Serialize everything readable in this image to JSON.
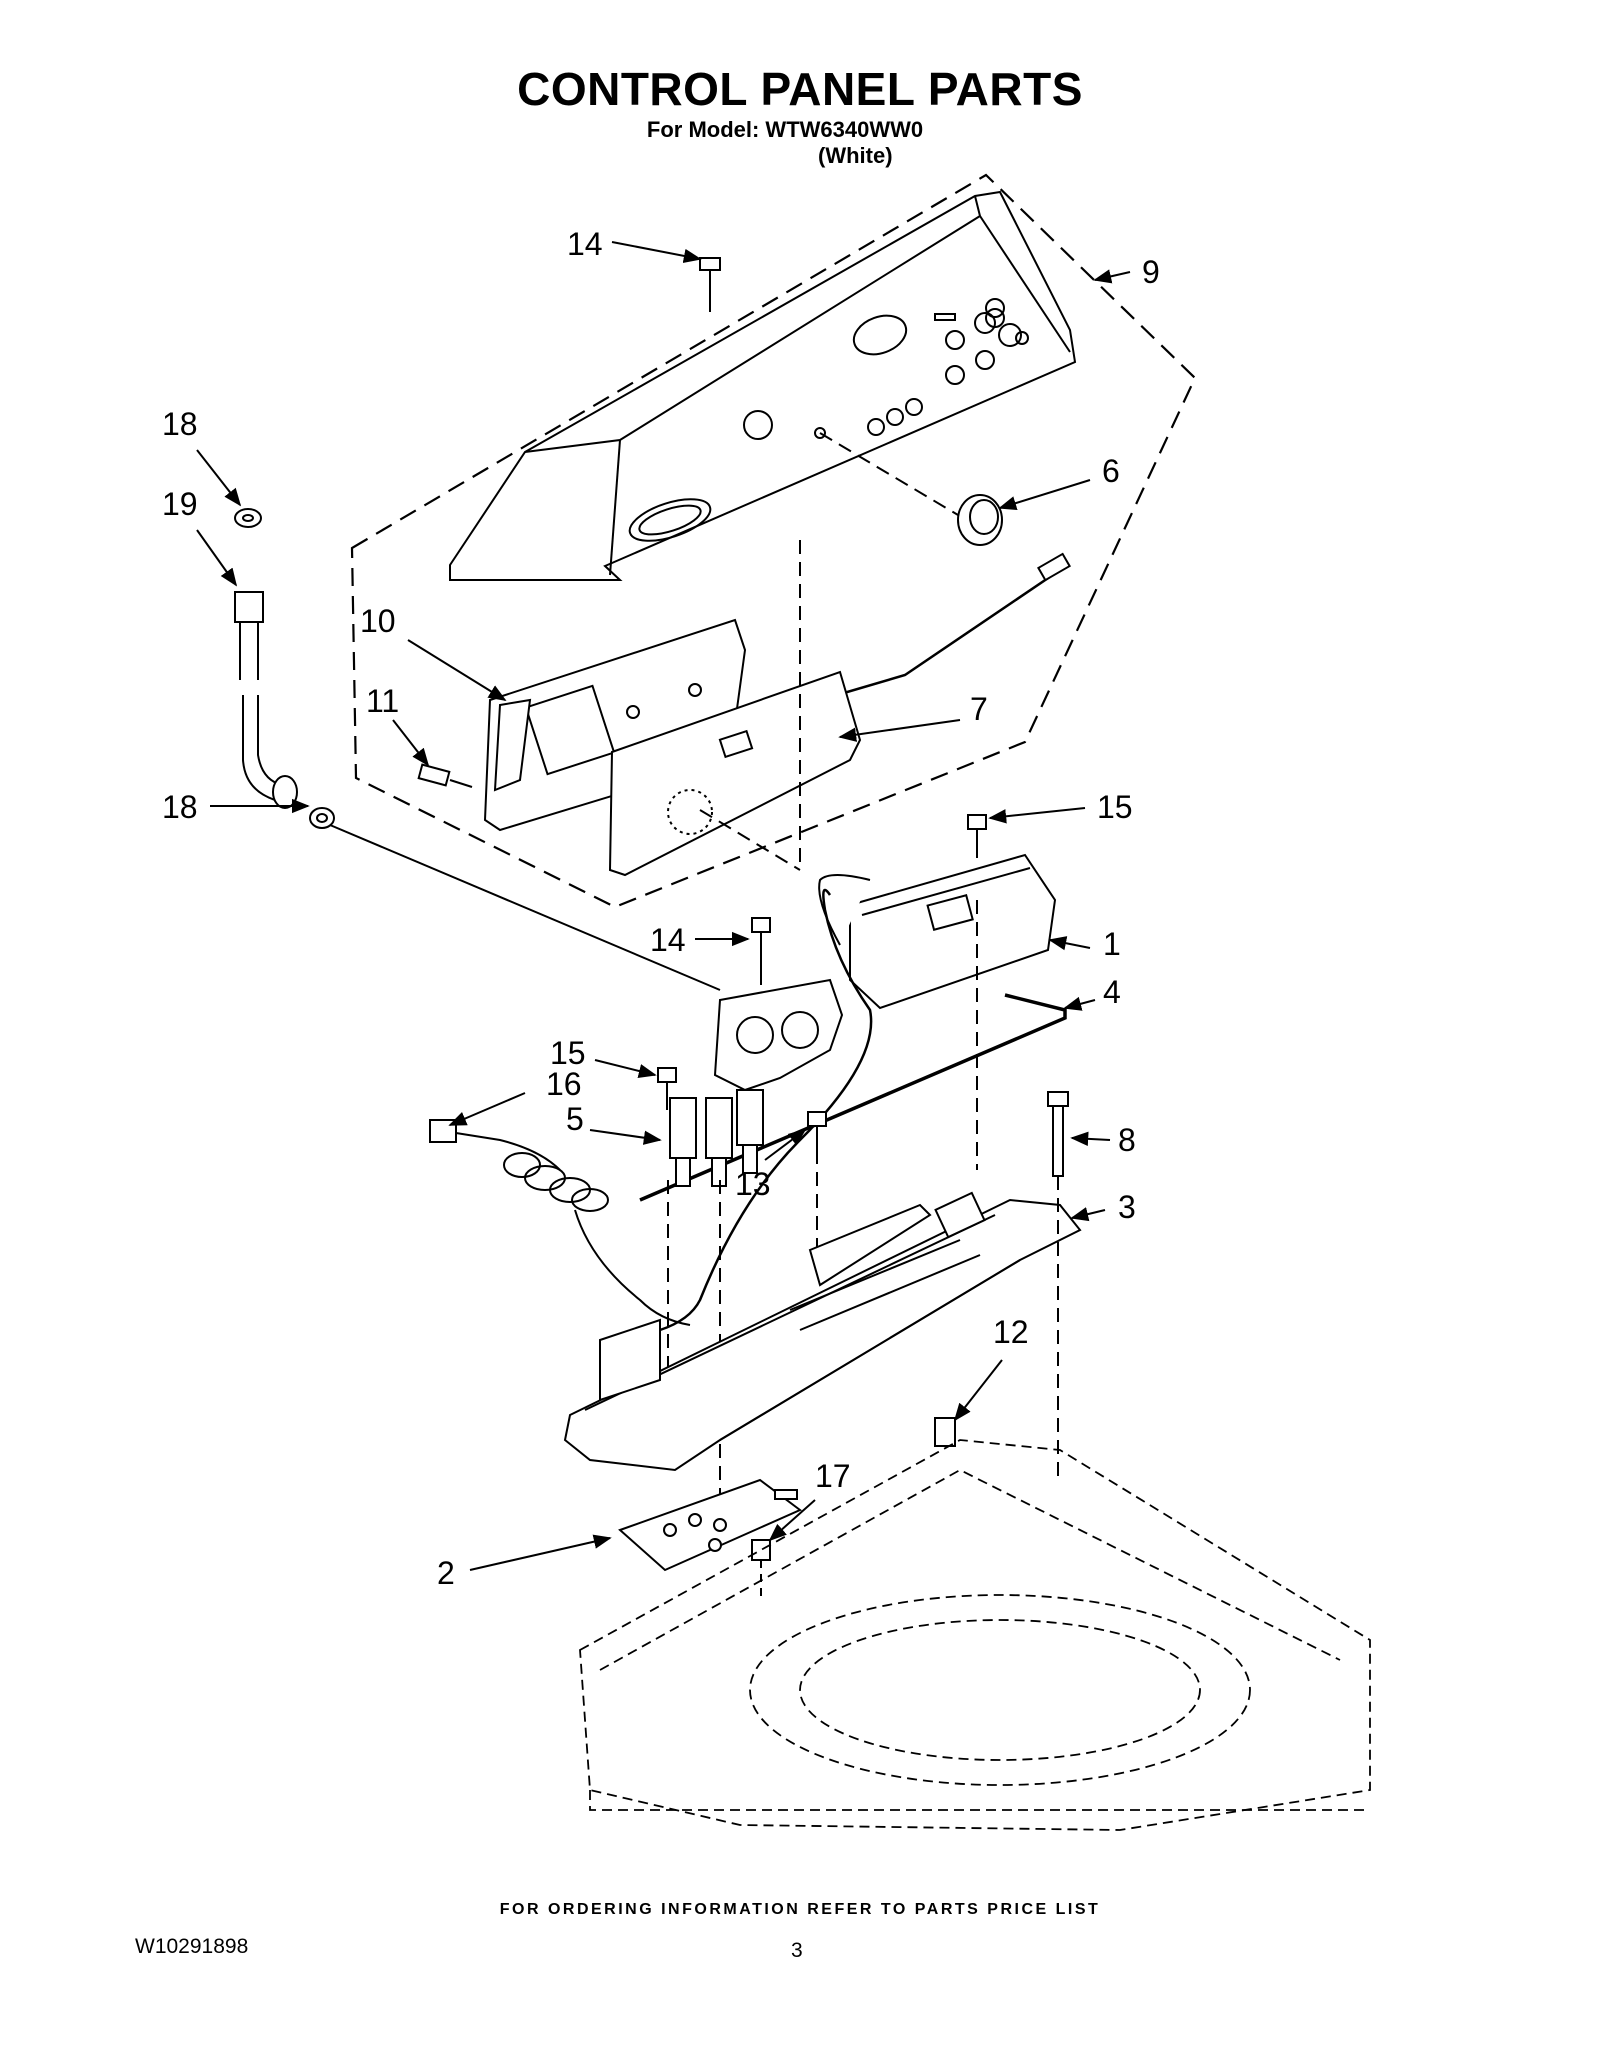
{
  "header": {
    "title": "CONTROL PANEL PARTS",
    "model_line": "For Model: WTW6340WW0",
    "variant": "(White)"
  },
  "footer": {
    "note": "FOR ORDERING INFORMATION REFER TO PARTS PRICE LIST",
    "document_number": "W10291898",
    "page_number": "3"
  },
  "callouts": [
    {
      "id": "14a",
      "label": "14"
    },
    {
      "id": "9",
      "label": "9"
    },
    {
      "id": "18a",
      "label": "18"
    },
    {
      "id": "19",
      "label": "19"
    },
    {
      "id": "6",
      "label": "6"
    },
    {
      "id": "10",
      "label": "10"
    },
    {
      "id": "11",
      "label": "11"
    },
    {
      "id": "7",
      "label": "7"
    },
    {
      "id": "18b",
      "label": "18"
    },
    {
      "id": "15a",
      "label": "15"
    },
    {
      "id": "14b",
      "label": "14"
    },
    {
      "id": "1",
      "label": "1"
    },
    {
      "id": "4",
      "label": "4"
    },
    {
      "id": "15b",
      "label": "15"
    },
    {
      "id": "16",
      "label": "16"
    },
    {
      "id": "5",
      "label": "5"
    },
    {
      "id": "8",
      "label": "8"
    },
    {
      "id": "13",
      "label": "13"
    },
    {
      "id": "3",
      "label": "3"
    },
    {
      "id": "12",
      "label": "12"
    },
    {
      "id": "17",
      "label": "17"
    },
    {
      "id": "2",
      "label": "2"
    }
  ]
}
